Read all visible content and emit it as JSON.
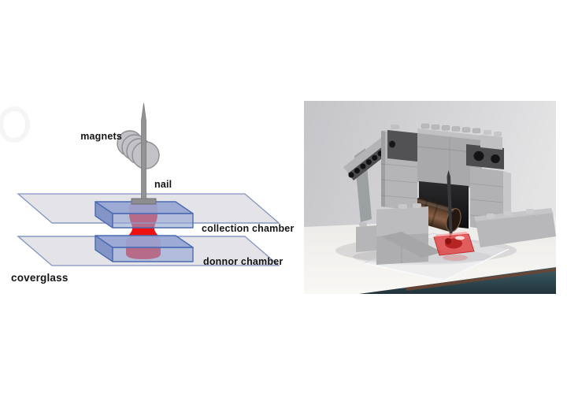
{
  "figure": {
    "panels": {
      "schematic": {
        "labels": {
          "magnets": "magnets",
          "nail": "nail",
          "collection_chamber": "collection chamber",
          "donnor_chamber": "donnor chamber",
          "coverglass": "coverglass"
        },
        "colors": {
          "slide_fill": "#e4e4e8",
          "slide_stroke": "#8494c1",
          "chamber_fill": "#94a3d3",
          "chamber_stroke": "#4d6bb1",
          "sample_red": "#ee1111",
          "metal_gray": "#939396",
          "label_text": "#141414"
        }
      },
      "photo": {
        "description": "LEGO-built apparatus: grey brick gantry, nail with stacked magnets, red chamber on coverglass",
        "colors": {
          "wall": "#d4d4d7",
          "table": "#f5f4f1",
          "brick_light": "#b5b5b7",
          "brick_dark": "#4c4c4f",
          "magnet_copper": "#6b4a33",
          "chamber_red": "#e23737",
          "backdrop_teal": "#2f4c58",
          "table_edge_brown": "#6e4430"
        }
      }
    }
  }
}
